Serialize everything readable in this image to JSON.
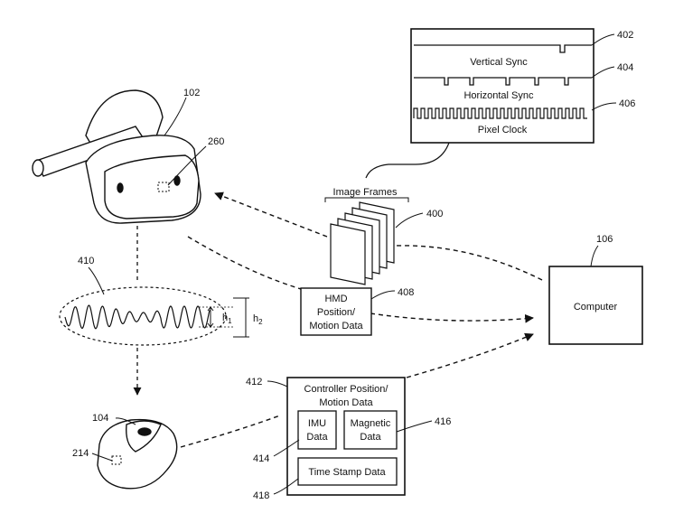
{
  "refs": {
    "hmd": "102",
    "hmd_sensor": "260",
    "computer": "106",
    "controller": "104",
    "controller_sensor": "214",
    "image_frames": "400",
    "vertical_sync": "402",
    "horizontal_sync": "404",
    "pixel_clock": "406",
    "hmd_data": "408",
    "signal": "410",
    "controller_data": "412",
    "imu": "414",
    "magnetic": "416",
    "timestamp": "418"
  },
  "labels": {
    "vertical_sync": "Vertical Sync",
    "horizontal_sync": "Horizontal Sync",
    "pixel_clock": "Pixel Clock",
    "image_frames": "Image Frames",
    "computer": "Computer",
    "hmd_data_l1": "HMD",
    "hmd_data_l2": "Position/",
    "hmd_data_l3": "Motion Data",
    "controller_data_l1": "Controller Position/",
    "controller_data_l2": "Motion Data",
    "imu_l1": "IMU",
    "imu_l2": "Data",
    "magnetic_l1": "Magnetic",
    "magnetic_l2": "Data",
    "timestamp": "Time Stamp Data",
    "h1": "h",
    "h1_sub": "1",
    "h2": "h",
    "h2_sub": "2"
  }
}
